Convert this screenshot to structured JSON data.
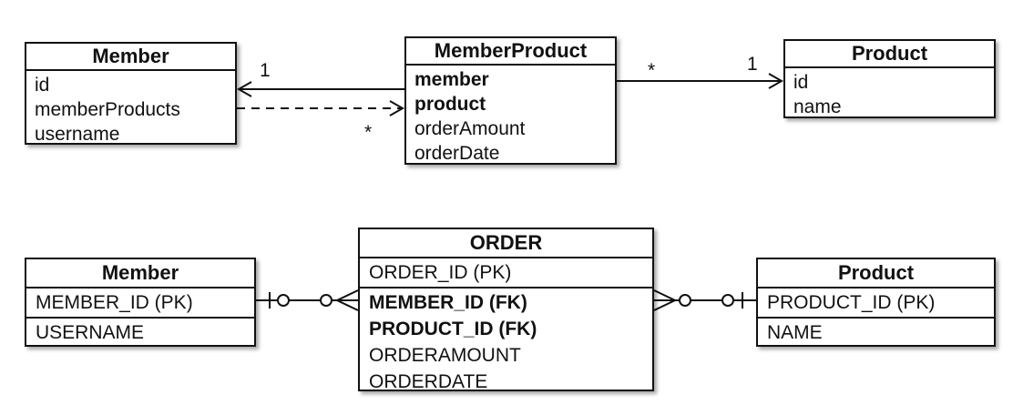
{
  "class_diagram": {
    "member": {
      "title": "Member",
      "fields": [
        {
          "name": "id",
          "bold": false
        },
        {
          "name": "memberProducts",
          "bold": false
        },
        {
          "name": "username",
          "bold": false
        }
      ]
    },
    "member_product": {
      "title": "MemberProduct",
      "fields": [
        {
          "name": "member",
          "bold": true
        },
        {
          "name": "product",
          "bold": true
        },
        {
          "name": "orderAmount",
          "bold": false
        },
        {
          "name": "orderDate",
          "bold": false
        }
      ]
    },
    "product": {
      "title": "Product",
      "fields": [
        {
          "name": "id",
          "bold": false
        },
        {
          "name": "name",
          "bold": false
        }
      ]
    },
    "multiplicities": {
      "member_side_one": "1",
      "member_side_many": "*",
      "product_side_many": "*",
      "product_side_one": "1"
    }
  },
  "er_diagram": {
    "member": {
      "title": "Member",
      "pk": "MEMBER_ID (PK)",
      "columns": [
        "USERNAME"
      ]
    },
    "order": {
      "title": "ORDER",
      "pk": "ORDER_ID (PK)",
      "fks": [
        "MEMBER_ID (FK)",
        "PRODUCT_ID (FK)"
      ],
      "columns": [
        "ORDERAMOUNT",
        "ORDERDATE"
      ]
    },
    "product": {
      "title": "Product",
      "pk": "PRODUCT_ID (PK)",
      "columns": [
        "NAME"
      ]
    }
  }
}
